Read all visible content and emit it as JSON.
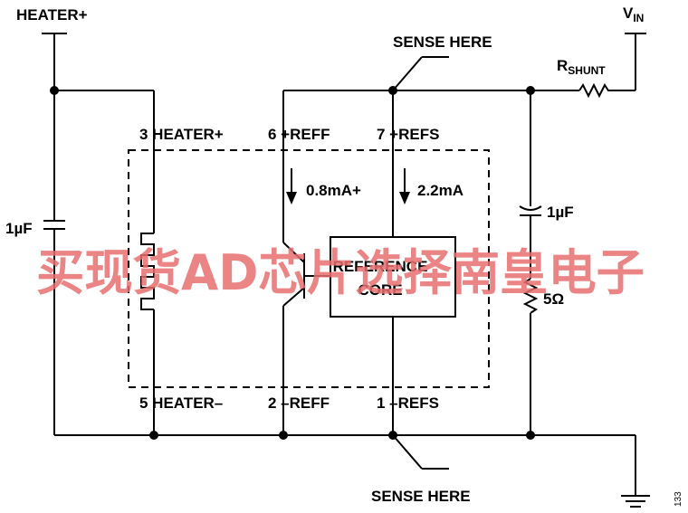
{
  "labels": {
    "heater_plus_top": "HEATER+",
    "vin_main": "V",
    "vin_sub": "IN",
    "rshunt_main": "R",
    "rshunt_sub": "SHUNT",
    "sense_top": "SENSE HERE",
    "sense_bottom": "SENSE HERE",
    "pin3": "3 HEATER+",
    "pin6": "6 +REFF",
    "pin7": "7 +REFS",
    "pin5": "5 HEATER–",
    "pin2": "2 –REFF",
    "pin1": "1 –REFS",
    "cap_left": "1µF",
    "cap_right": "1µF",
    "res_right": "5Ω",
    "cur_left": "0.8mA+",
    "cur_right": "2.2mA",
    "core_line1": "REFERENCE",
    "core_line2": "CORE",
    "figure_number": "133"
  },
  "watermark": "买现货AD芯片选择南皇电子",
  "colors": {
    "wire": "#000000",
    "watermark": "#e87070",
    "background": "#ffffff"
  }
}
